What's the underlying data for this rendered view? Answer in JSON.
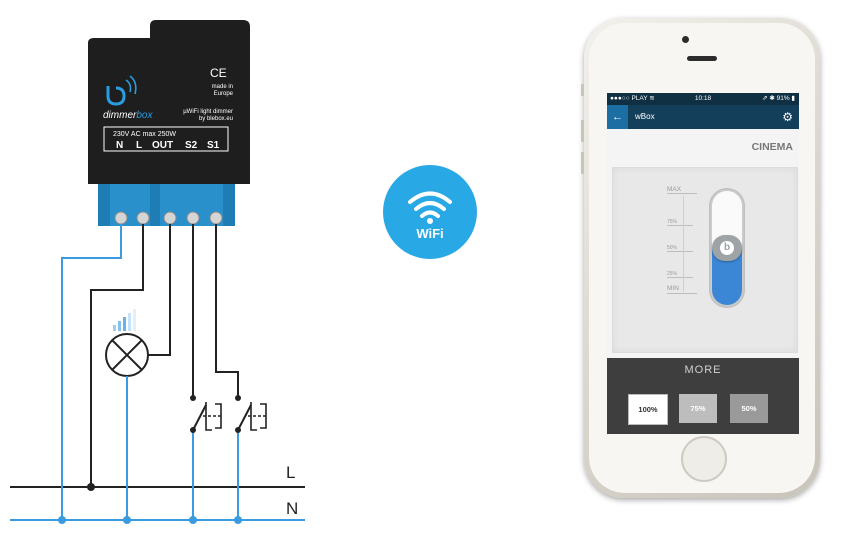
{
  "module": {
    "brand_part1": "dimmer",
    "brand_part2": "box",
    "ce_mark": "CE",
    "made_in": [
      "made in",
      "Europe"
    ],
    "product_line": "µWiFi light dimmer",
    "maker": "by blebox.eu",
    "rating": "230V AC max 250W",
    "terminals": [
      "N",
      "L",
      "OUT",
      "S2",
      "S1"
    ]
  },
  "wiring": {
    "line_label": "L",
    "neutral_label": "N"
  },
  "wifi_badge": {
    "label": "WiFi",
    "icon": "wifi-icon"
  },
  "phone": {
    "status": {
      "carrier": "PLAY",
      "time": "10:18",
      "battery": "91%"
    },
    "app_title": "wBox",
    "back_icon": "arrow-left-icon",
    "settings_icon": "gear-icon",
    "card_title": "CINEMA",
    "scale": {
      "max": "MAX",
      "p75": "75%",
      "p50": "50%",
      "p25": "25%",
      "min": "MIN"
    },
    "brightness_level": 0.5,
    "more_label": "MORE",
    "presets": [
      "100%",
      "75%",
      "50%"
    ],
    "selected_preset": "100%",
    "colors": {
      "accent": "#1d6ea3",
      "fill": "#3b87d6",
      "wifi": "#29a8e6",
      "wire_blue": "#3b9be0"
    }
  }
}
